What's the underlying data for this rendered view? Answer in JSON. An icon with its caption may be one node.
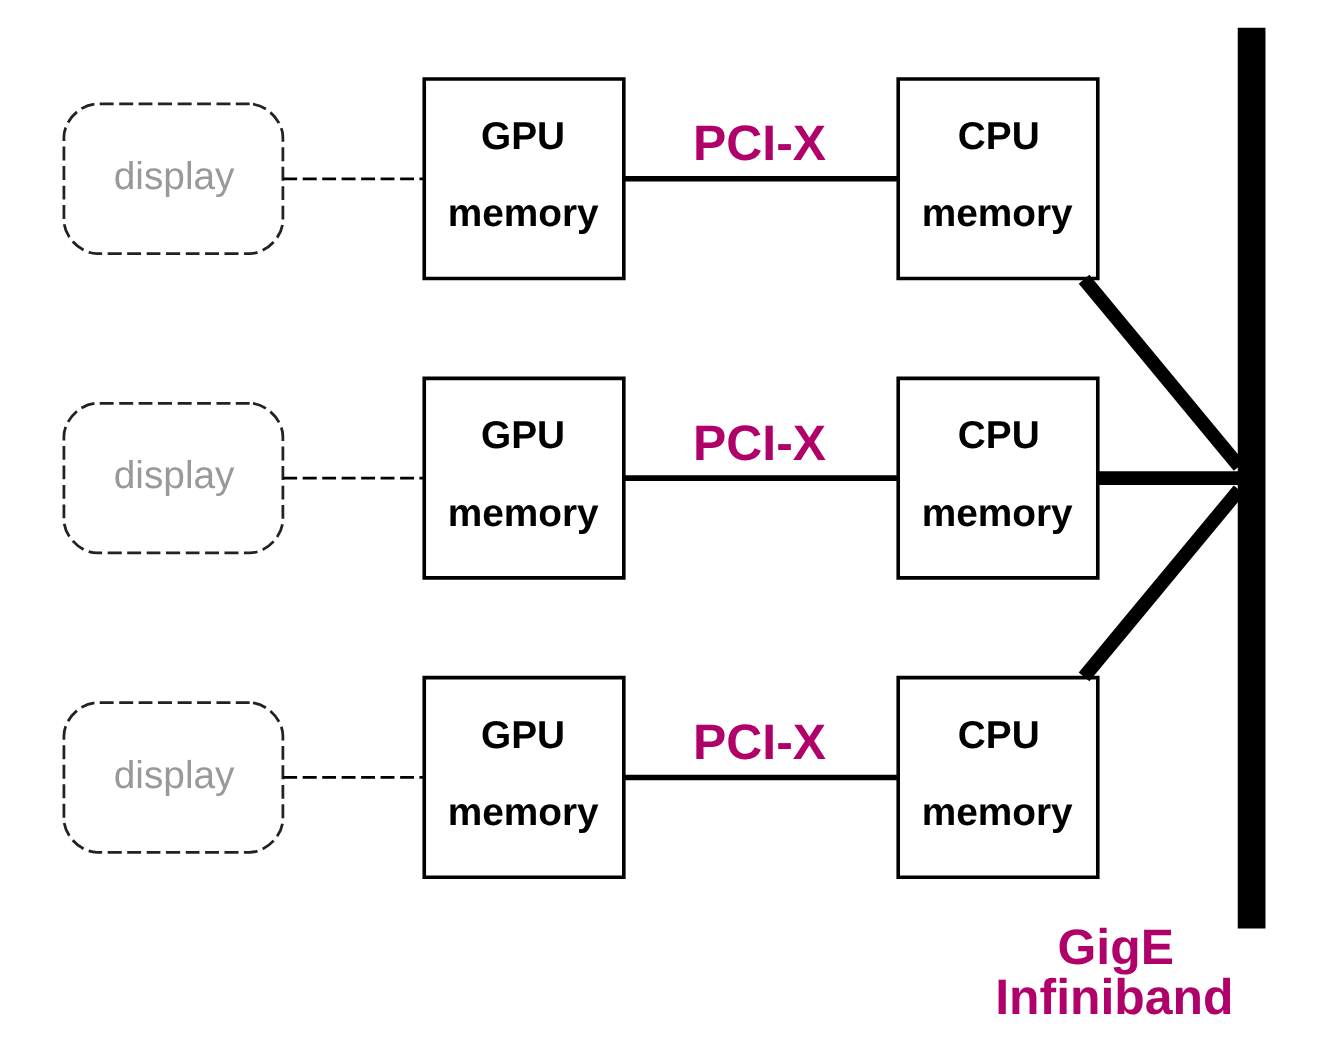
{
  "diagram": {
    "nodes": [
      {
        "text": [
          "display"
        ]
      },
      {
        "text": [
          "GPU",
          "memory"
        ]
      },
      {
        "text": [
          "CPU",
          "memory"
        ]
      },
      {
        "text": [
          "display"
        ]
      },
      {
        "text": [
          "GPU",
          "memory"
        ]
      },
      {
        "text": [
          "CPU",
          "memory"
        ]
      },
      {
        "text": [
          "display"
        ]
      },
      {
        "text": [
          "GPU",
          "memory"
        ]
      },
      {
        "text": [
          "CPU",
          "memory"
        ]
      },
      {
        "text": [],
        "shape": "bar",
        "beside": [
          "GigE",
          "Infiniband"
        ]
      }
    ],
    "edges": [
      {
        "from": 0,
        "to": 1,
        "arrow": "none",
        "style": "dashed"
      },
      {
        "from": 1,
        "to": 2,
        "arrow": "none",
        "label": "PCI-X"
      },
      {
        "from": 2,
        "to": 9,
        "arrow": "none",
        "style": "thick"
      },
      {
        "from": 3,
        "to": 4,
        "arrow": "none",
        "style": "dashed"
      },
      {
        "from": 4,
        "to": 5,
        "arrow": "none",
        "label": "PCI-X"
      },
      {
        "from": 5,
        "to": 9,
        "arrow": "none",
        "style": "thick"
      },
      {
        "from": 6,
        "to": 7,
        "arrow": "none",
        "style": "dashed"
      },
      {
        "from": 7,
        "to": 8,
        "arrow": "none",
        "label": "PCI-X"
      },
      {
        "from": 8,
        "to": 9,
        "arrow": "none",
        "style": "thick"
      }
    ]
  }
}
